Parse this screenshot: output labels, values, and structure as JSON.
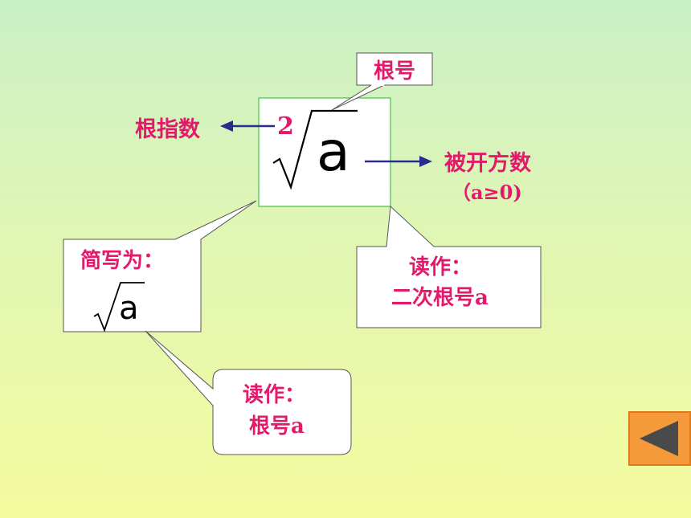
{
  "diagram": {
    "radical_label": "根号",
    "index_label": "根指数",
    "index_value": "2",
    "radicand_letter": "a",
    "radicand_label": "被开方数",
    "radicand_condition": "（a≥0)",
    "simplified_title": "简写为：",
    "simplified_letter": "a",
    "read_as_title_1": "读作：",
    "read_as_value_1": "二次根号a",
    "read_as_title_2": "读作：",
    "read_as_value_2": "根号a"
  },
  "colors": {
    "label_text": "#e3196b",
    "arrow": "#2b2b8c",
    "main_box_border": "#66cc66",
    "button": "#f59a3a"
  },
  "nav": {
    "back_button_icon": "triangle-left-icon"
  }
}
